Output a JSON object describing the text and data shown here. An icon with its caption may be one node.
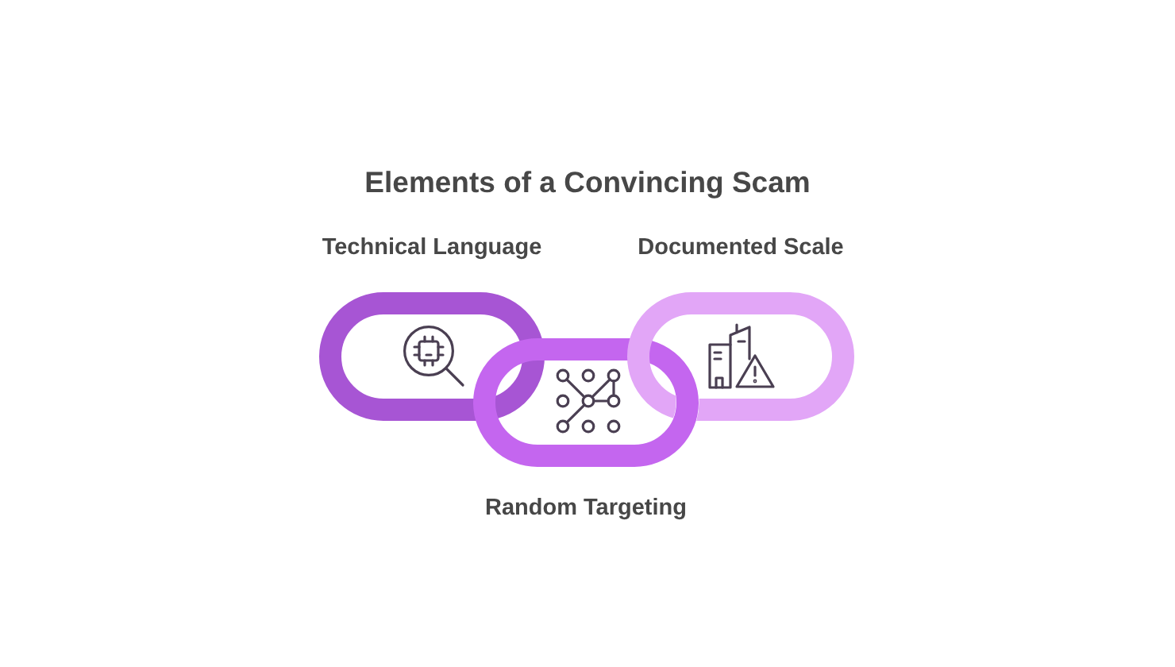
{
  "diagram": {
    "title": "Elements of a Convincing Scam",
    "nodes": [
      {
        "text": [
          "Technical Language"
        ]
      },
      {
        "text": [
          "Random Targeting"
        ]
      },
      {
        "text": [
          "Documented Scale"
        ]
      }
    ]
  }
}
